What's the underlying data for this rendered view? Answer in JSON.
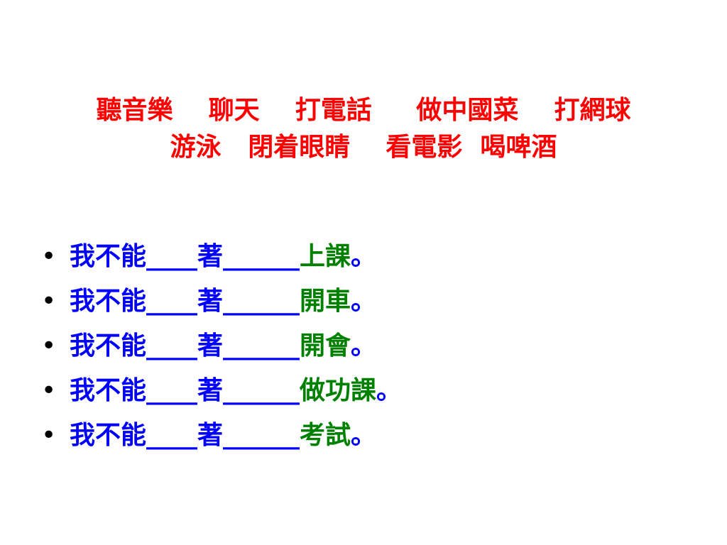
{
  "title": {
    "line1": "聽音樂    聊天    打電話     做中國菜    打網球",
    "line2": "游泳   閉着眼睛    看電影  喝啤酒"
  },
  "colors": {
    "title": "#ff0000",
    "prompt": "#0000ff",
    "answer": "#008000",
    "bullet": "#000000"
  },
  "bullet_symbol": "•",
  "exercises": [
    {
      "prompt": "我不能____著______",
      "answer": "上課",
      "period": "。"
    },
    {
      "prompt": "我不能____著______",
      "answer": "開車",
      "period": "。"
    },
    {
      "prompt": "我不能____著______",
      "answer": "開會",
      "period": "。"
    },
    {
      "prompt": "我不能____著______",
      "answer": "做功課",
      "period": "。"
    },
    {
      "prompt": "我不能____著______",
      "answer": "考試",
      "period": "。"
    }
  ]
}
